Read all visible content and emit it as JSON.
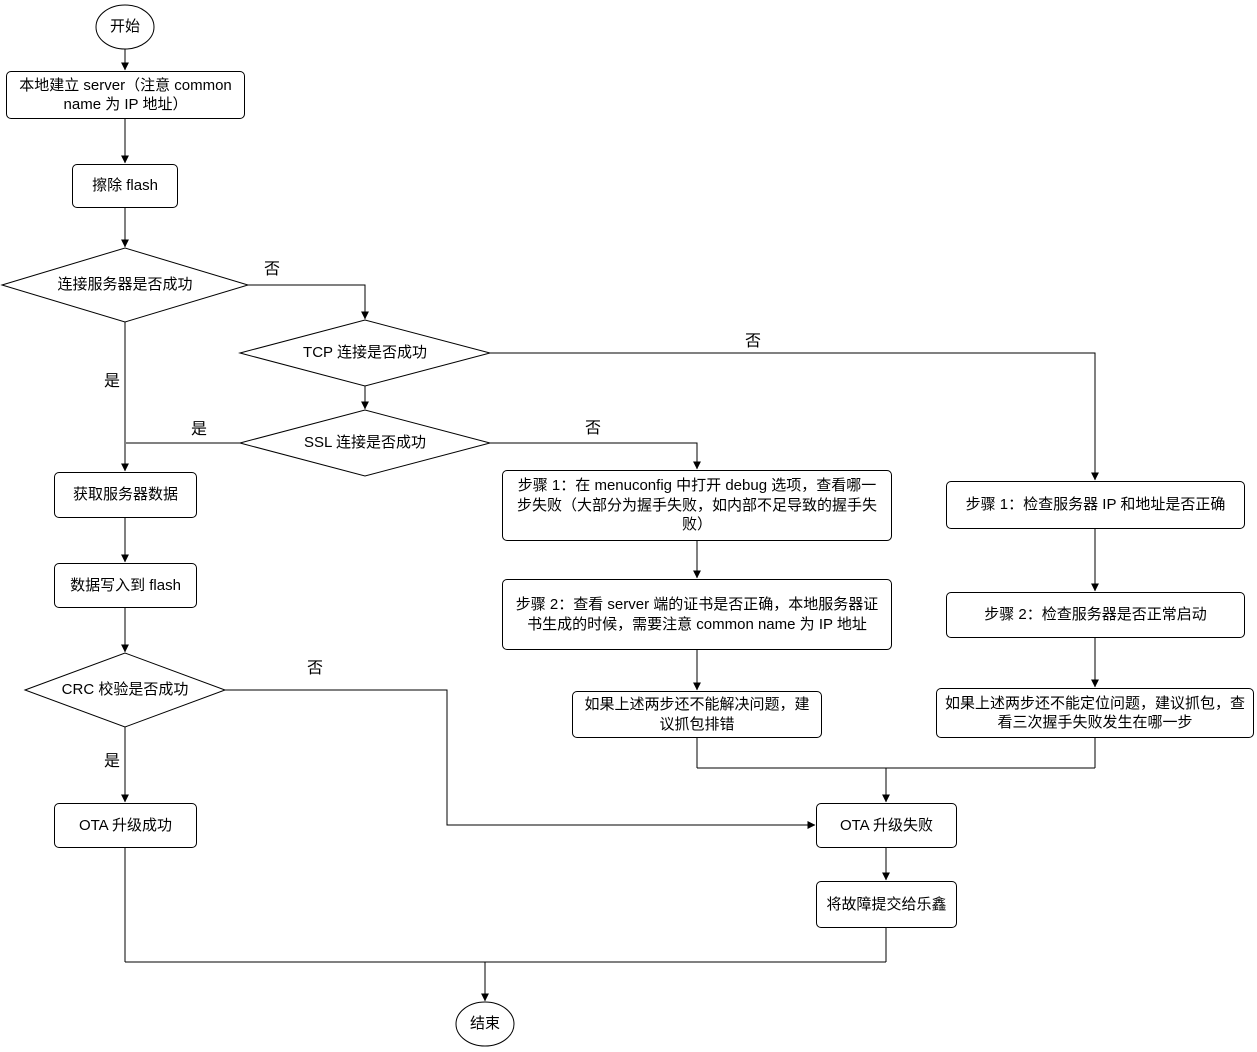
{
  "nodes": {
    "start": "开始",
    "build_server": "本地建立 server（注意 common name 为 IP 地址）",
    "erase_flash": "擦除 flash",
    "connect_check": "连接服务器是否成功",
    "tcp_check": "TCP 连接是否成功",
    "ssl_check": "SSL 连接是否成功",
    "get_data": "获取服务器数据",
    "write_flash": "数据写入到 flash",
    "crc_check": "CRC 校验是否成功",
    "ota_success": "OTA 升级成功",
    "ssl_step1": "步骤 1：在 menuconfig 中打开 debug 选项，查看哪一步失败（大部分为握手失败，如内部不足导致的握手失败）",
    "ssl_step2": "步骤 2：查看 server 端的证书是否正确，本地服务器证书生成的时候，需要注意 common name 为 IP 地址",
    "ssl_step3": "如果上述两步还不能解决问题，建议抓包排错",
    "tcp_step1": "步骤 1：检查服务器 IP 和地址是否正确",
    "tcp_step2": "步骤 2：检查服务器是否正常启动",
    "tcp_step3": "如果上述两步还不能定位问题，建议抓包，查看三次握手失败发生在哪一步",
    "ota_fail": "OTA 升级失败",
    "submit_to_espressif": "将故障提交给乐鑫",
    "end": "结束"
  },
  "edge_labels": {
    "connect_no": "否",
    "connect_yes": "是",
    "tcp_no": "否",
    "ssl_yes": "是",
    "ssl_no": "否",
    "crc_no": "否",
    "crc_yes": "是"
  },
  "colors": {
    "stroke": "#000000",
    "node_fill": "#ffffff",
    "background": "#ffffff"
  }
}
